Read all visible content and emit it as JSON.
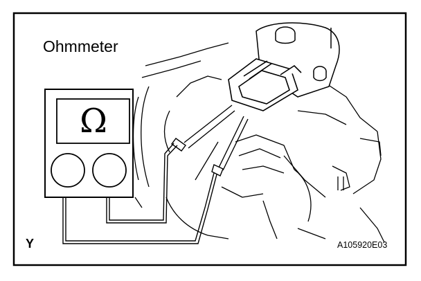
{
  "figure": {
    "title": "Ohmmeter",
    "meter_symbol": "Ω",
    "corner_mark": "Y",
    "figure_code": "A105920E03"
  },
  "colors": {
    "ink": "#000000",
    "paper": "#ffffff"
  }
}
